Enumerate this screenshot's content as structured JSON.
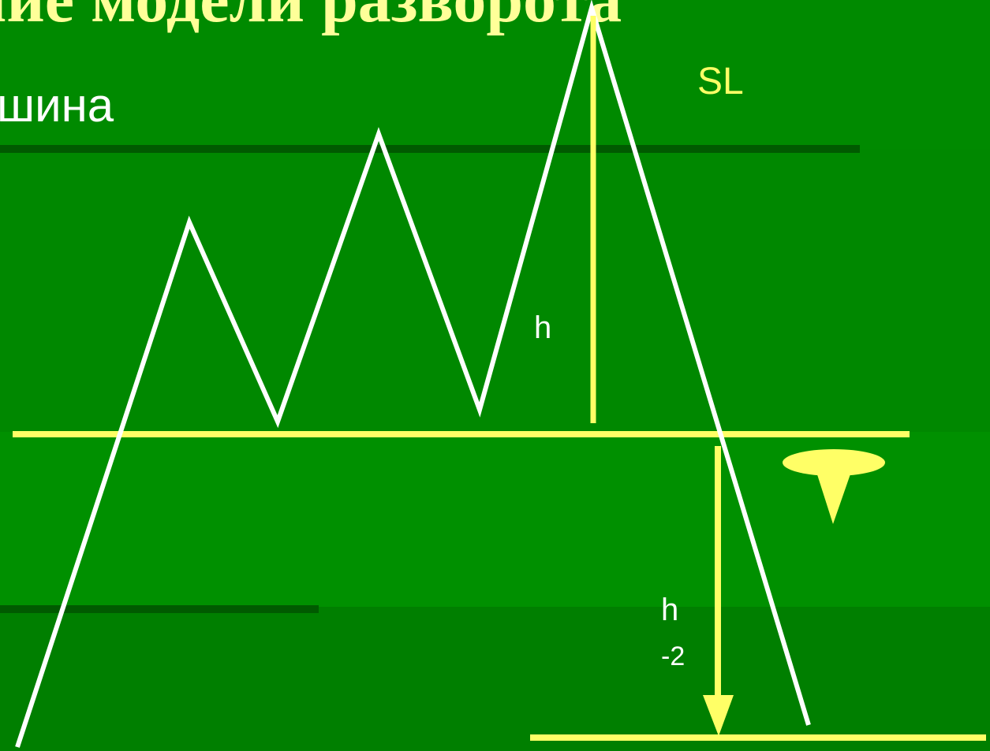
{
  "slide": {
    "title": "ние модели разворота",
    "subtitle": "шина"
  },
  "labels": {
    "stop_loss": "SL",
    "pattern_height": "h",
    "target_height": "h",
    "target_suffix": "-2"
  },
  "colors": {
    "background": "#008800",
    "band_dark": "#007f00",
    "band_light": "#009000",
    "separator": "#005a00",
    "price_line": "#ffffff",
    "yellow": "#ffff66"
  },
  "icons": {
    "sell_marker": "down-triangle-icon"
  }
}
